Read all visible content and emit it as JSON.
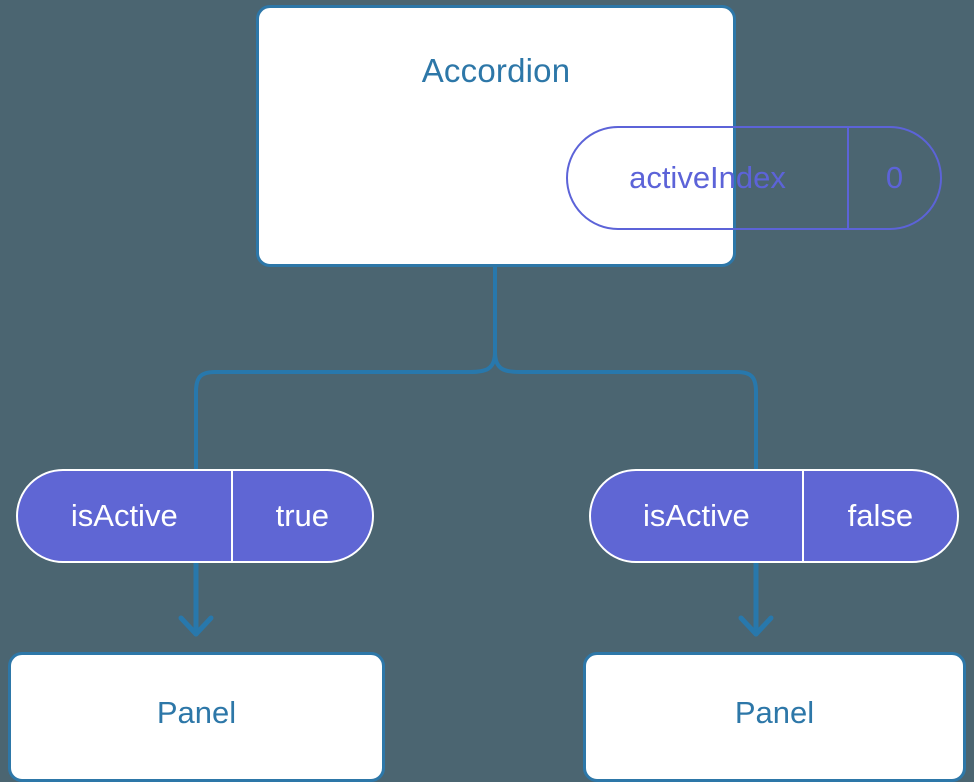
{
  "diagram": {
    "type": "component-tree",
    "background_color": "#4b6571",
    "connector_color": "#2878ac",
    "accent_blue": "#2d77a8",
    "accent_purple": "#5f66d4",
    "root": {
      "title": "Accordion",
      "state_pill": {
        "key": "activeIndex",
        "value": "0",
        "style": "outlined"
      }
    },
    "branches": [
      {
        "prop_pill": {
          "key": "isActive",
          "value": "true",
          "style": "filled"
        },
        "child": {
          "title": "Panel"
        }
      },
      {
        "prop_pill": {
          "key": "isActive",
          "value": "false",
          "style": "filled"
        },
        "child": {
          "title": "Panel"
        }
      }
    ],
    "edges": [
      {
        "name": "root-to-branches",
        "shape": "elbow-tree"
      },
      {
        "name": "left-pill-to-panel",
        "shape": "arrow-down"
      },
      {
        "name": "right-pill-to-panel",
        "shape": "arrow-down"
      }
    ]
  }
}
